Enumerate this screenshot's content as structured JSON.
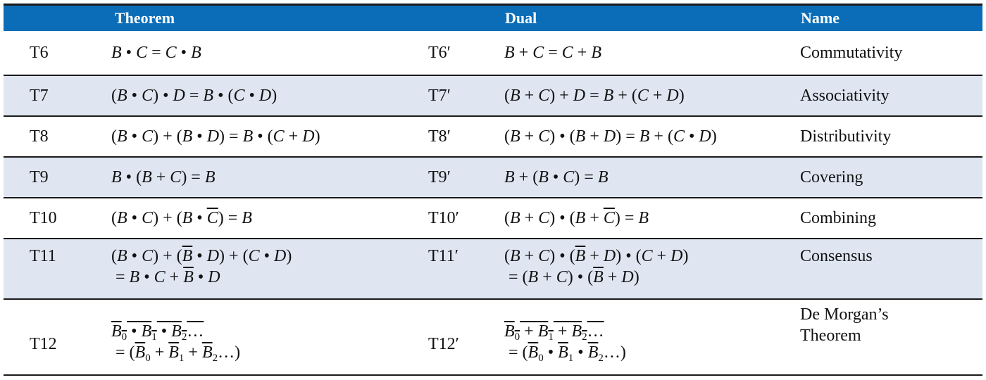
{
  "header": {
    "theorem": "Theorem",
    "dual": "Dual",
    "name": "Name"
  },
  "rows": [
    {
      "id": "T6",
      "theorem": "B • C = C • B",
      "dual_id": "T6′",
      "dual": "B + C = C + B",
      "name": "Commutativity",
      "shaded": false
    },
    {
      "id": "T7",
      "theorem": "(B • C) • D = B • (C • D)",
      "dual_id": "T7′",
      "dual": "(B + C) + D = B + (C + D)",
      "name": "Associativity",
      "shaded": true
    },
    {
      "id": "T8",
      "theorem": "(B • C) + (B • D) = B • (C + D)",
      "dual_id": "T8′",
      "dual": "(B + C) • (B + D) = B + (C • D)",
      "name": "Distributivity",
      "shaded": false
    },
    {
      "id": "T9",
      "theorem": "B • (B + C) = B",
      "dual_id": "T9′",
      "dual": "B + (B • C) = B",
      "name": "Covering",
      "shaded": true
    },
    {
      "id": "T10",
      "theorem": "(B • C) + (B • C̄) = B",
      "dual_id": "T10′",
      "dual": "(B + C) • (B + C̄) = B",
      "name": "Combining",
      "shaded": false
    },
    {
      "id": "T11",
      "theorem": "(B • C) + (B̄ • D) + (C • D) = B • C + B̄ • D",
      "dual_id": "T11′",
      "dual": "(B + C) • (B̄ + D) • (C + D) = (B + C) • (B̄ + D)",
      "name": "Consensus",
      "shaded": true
    },
    {
      "id": "T12",
      "theorem": "‾B0 • B1 • B2…‾ = (B̄0 + B̄1 + B̄2…)",
      "dual_id": "T12′",
      "dual": "‾B0 + B1 + B2…‾ = (B̄0 • B̄1 • B̄2…)",
      "name": "De Morgan’s Theorem",
      "shaded": false
    }
  ]
}
